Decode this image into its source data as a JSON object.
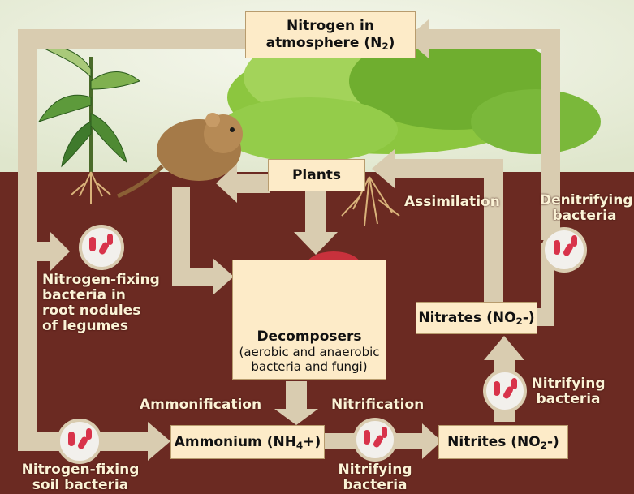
{
  "nodes": {
    "atmosphere": {
      "line1": "Nitrogen in",
      "line2_main": "atmosphere (N",
      "line2_sub": "2",
      "line2_end": ")"
    },
    "plants": "Plants",
    "decomposers": {
      "title": "Decomposers",
      "line1": "(aerobic and anaerobic",
      "line2": "bacteria and fungi)"
    },
    "ammonium": {
      "main": "Ammonium (NH",
      "sub": "4",
      "end": "+)"
    },
    "nitrites": {
      "main": "Nitrites (NO",
      "sub": "2",
      "end": "-)"
    },
    "nitrates": {
      "main": "Nitrates (NO",
      "sub": "2",
      "end": "-)"
    }
  },
  "labels": {
    "assimilation": "Assimilation",
    "denitrifying": [
      "Denitrifying",
      "bacteria"
    ],
    "nodule_bacteria": [
      "Nitrogen-fixing",
      "bacteria in",
      "root nodules",
      "of legumes"
    ],
    "ammonification": "Ammonification",
    "nitrification": "Nitrification",
    "nitrifying_right": [
      "Nitrifying",
      "bacteria"
    ],
    "nitrifying_bottom": [
      "Nitrifying",
      "bacteria"
    ],
    "soil_bacteria": [
      "Nitrogen-fixing",
      "soil bacteria"
    ]
  },
  "colors": {
    "sky": "#eef2e0",
    "soil": "#6b2a22",
    "arrow": "#d9ccb0",
    "box_fill": "#fdebc8",
    "light_text": "#fbf3d6",
    "bacteria": "#d8334a"
  }
}
